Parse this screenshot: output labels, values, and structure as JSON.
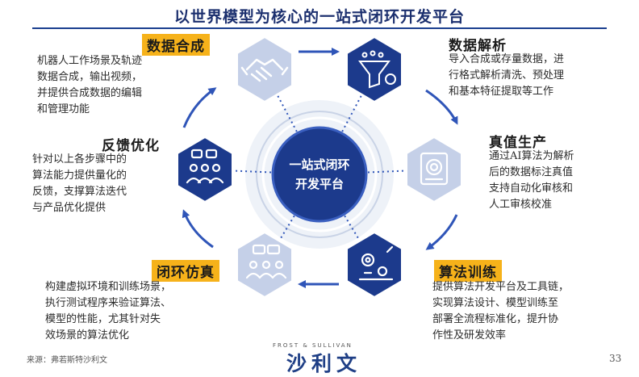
{
  "title": "以世界模型为核心的一站式闭环开发平台",
  "center": {
    "line1": "一站式闭环",
    "line2": "开发平台"
  },
  "nodes": [
    {
      "label": "数据合成",
      "desc": [
        "机器人工作场景及轨迹",
        "数据合成，输出视频，",
        "并提供合成数据的编辑",
        "和管理功能"
      ],
      "icon": "handshake-icon"
    },
    {
      "label": "数据解析",
      "desc": [
        "导入合成或存量数据，进",
        "行格式解析清洗、预处理",
        "和基本特征提取等工作"
      ],
      "icon": "funnel-icon"
    },
    {
      "label": "真值生产",
      "desc": [
        "通过AI算法为解析",
        "后的数据标注真值",
        "支持自动化审核和",
        "人工审核校准"
      ],
      "icon": "target-document-icon"
    },
    {
      "label": "算法训练",
      "desc": [
        "提供算法开发平台及工具链，",
        "实现算法设计、模型训练至",
        "部署全流程标准化，提升协",
        "作性及研发效率"
      ],
      "icon": "gears-icon"
    },
    {
      "label": "闭环仿真",
      "desc": [
        "构建虚拟环境和训练场景，",
        "执行测试程序来验证算法、",
        "模型的性能，尤其针对失",
        "效场景的算法优化"
      ],
      "icon": "simulation-team-icon"
    },
    {
      "label": "反馈优化",
      "desc": [
        "针对以上各步骤中的",
        "算法能力提供量化的",
        "反馈，支撑算法迭代",
        "与产品优化提供"
      ],
      "icon": "feedback-team-icon"
    }
  ],
  "footer": {
    "source": "来源：弗若斯特沙利文",
    "brand_en": "FROST & SULLIVAN",
    "brand_cn": "沙利文",
    "page": "33"
  }
}
